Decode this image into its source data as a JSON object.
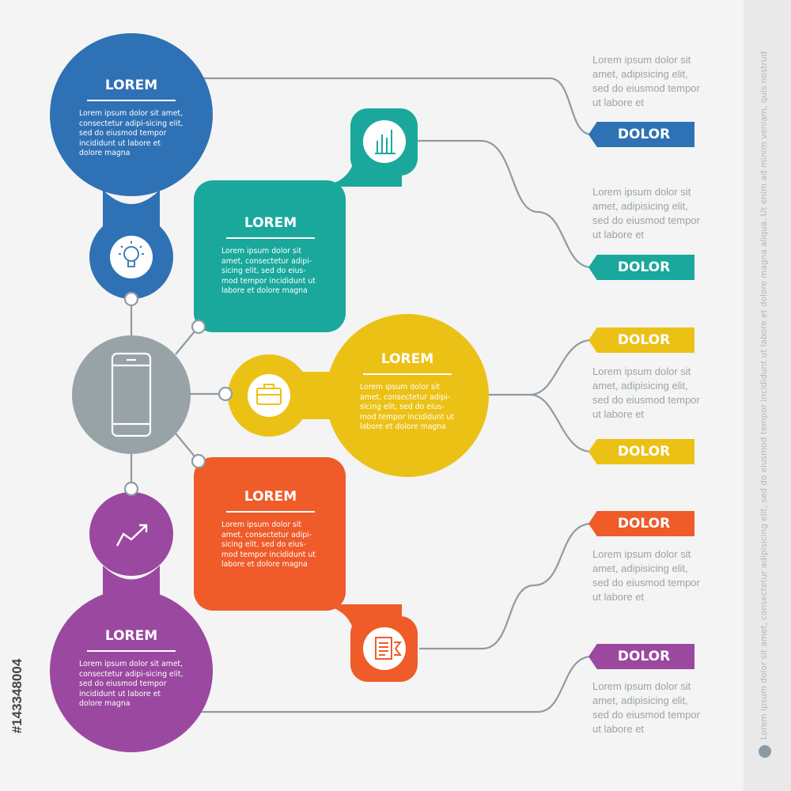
{
  "colors": {
    "blue": "#2f71b5",
    "teal": "#1aa89c",
    "yellow": "#ecc116",
    "orange": "#ef5b29",
    "purple": "#9b48a0",
    "gray_hub": "#98a3a8",
    "connector": "#8f9ba2",
    "description_text": "#9aa3a8"
  },
  "hub": {
    "icon": "smartphone-icon"
  },
  "blocks": [
    {
      "id": "blue",
      "title": "LOREM",
      "body": "Lorem ipsum dolor sit amet, consectetur adipi-sicing elit, sed do eiusmod tempor incididunt ut labore et dolore magna",
      "icon": "lightbulb-icon"
    },
    {
      "id": "teal",
      "title": "LOREM",
      "body": "Lorem ipsum dolor sit amet, consectetur adipi-sicing elit, sed do eius-mod tempor incididunt ut labore et dolore magna",
      "icon": "bar-chart-icon"
    },
    {
      "id": "yellow",
      "title": "LOREM",
      "body": "Lorem ipsum dolor sit amet, consectetur adipi-sicing elit, sed do eius-mod tempor incididunt ut labore et dolore magna",
      "icon": "briefcase-icon"
    },
    {
      "id": "orange",
      "title": "LOREM",
      "body": "Lorem ipsum dolor sit amet, consectetur adipi-sicing elit, sed do eius-mod tempor incididunt ut labore et dolore magna",
      "icon": "document-list-icon"
    },
    {
      "id": "purple",
      "title": "LOREM",
      "body": "Lorem ipsum dolor sit amet, consectetur adipi-sicing elit, sed do eiusmod tempor incididunt ut labore et dolore magna",
      "icon": "trend-arrow-icon"
    }
  ],
  "tags": [
    {
      "label": "DOLOR",
      "color": "blue"
    },
    {
      "label": "DOLOR",
      "color": "teal"
    },
    {
      "label": "DOLOR",
      "color": "yellow"
    },
    {
      "label": "DOLOR",
      "color": "yellow"
    },
    {
      "label": "DOLOR",
      "color": "orange"
    },
    {
      "label": "DOLOR",
      "color": "purple"
    }
  ],
  "descriptions": [
    "Lorem ipsum dolor sit amet, adipisicing elit, sed do eiusmod tempor ut labore et",
    "Lorem ipsum dolor sit amet, adipisicing elit, sed do eiusmod tempor ut labore et",
    "Lorem ipsum dolor sit amet, adipisicing elit, sed do eiusmod tempor ut labore et",
    "Lorem ipsum dolor sit amet, adipisicing elit, sed do eiusmod tempor ut labore et",
    "Lorem ipsum dolor sit amet, adipisicing elit, sed do eiusmod tempor ut labore et"
  ],
  "side_text": "Lorem ipsum dolor sit amet, consectetur adipisicing elit, sed do eiusmod tempor incididunt ut labore et dolore magna aliqua. Ut enim ad minim veniam, quis nostrud",
  "stock_id": "#143348004"
}
